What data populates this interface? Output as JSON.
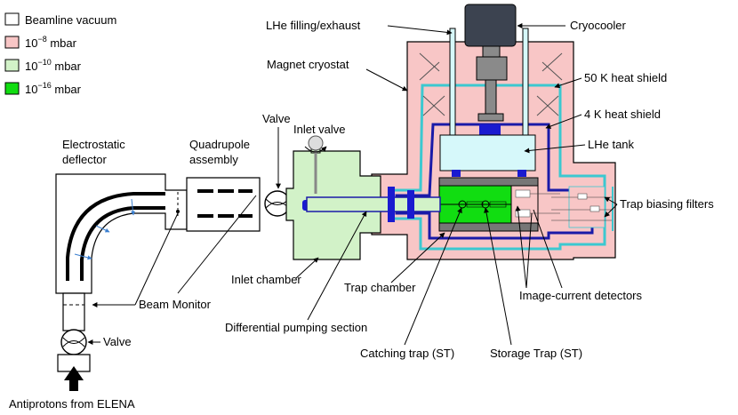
{
  "legend": {
    "items": [
      {
        "text": "Beamline vacuum",
        "color": "#ffffff"
      },
      {
        "base": "10",
        "exp": "−8",
        "unit": " mbar",
        "color": "#f8c6c6"
      },
      {
        "base": "10",
        "exp": "−10",
        "unit": " mbar",
        "color": "#d2f2c8"
      },
      {
        "base": "10",
        "exp": "−16",
        "unit": " mbar",
        "color": "#11dd11"
      }
    ]
  },
  "labels": {
    "lhe_filling": "LHe filling/exhaust",
    "cryocooler": "Cryocooler",
    "magnet_cryostat": "Magnet cryostat",
    "shield_50k": "50 K heat shield",
    "shield_4k": "4 K heat shield",
    "valve_top": "Valve",
    "inlet_valve": "Inlet valve",
    "electrostatic_deflector_1": "Electrostatic",
    "electrostatic_deflector_2": "deflector",
    "quadrupole_1": "Quadrupole",
    "quadrupole_2": "assembly",
    "lhe_tank": "LHe tank",
    "trap_biasing_filters": "Trap biasing filters",
    "inlet_chamber": "Inlet chamber",
    "trap_chamber": "Trap chamber",
    "beam_monitor": "Beam Monitor",
    "image_current_detectors": "Image-current detectors",
    "differential_pumping": "Differential pumping section",
    "valve_bottom": "Valve",
    "catching_trap": "Catching trap (ST)",
    "storage_trap": "Storage Trap (ST)",
    "antiprotons": "Antiprotons from ELENA"
  },
  "colors": {
    "cryostat": "#f8c6c6",
    "inlet": "#d2f2c8",
    "trap": "#11dd11",
    "lhe_tank": "#d6f8fa",
    "shield_50k": "#3cc8d0",
    "shield_4k": "#1a1aa8",
    "cryocooler_dark": "#3c4350",
    "cryocooler_grey": "#8a8a8a"
  }
}
